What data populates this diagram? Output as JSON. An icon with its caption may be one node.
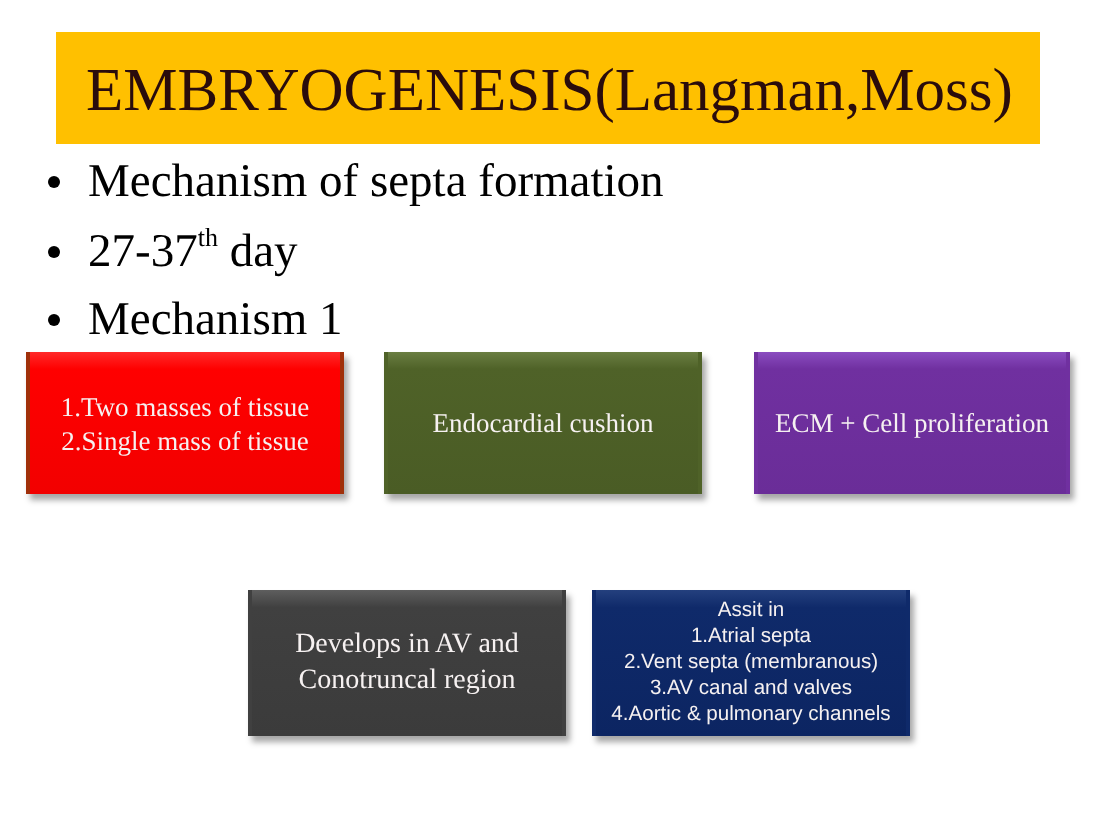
{
  "diagram": {
    "title": "EMBRYOGENESIS(Langman,Moss)",
    "nodes": [
      {
        "text": [
          "1.Two masses of tissue",
          "2.Single mass of tissue"
        ]
      },
      {
        "text": [
          "Endocardial cushion"
        ]
      },
      {
        "text": [
          "ECM + Cell proliferation"
        ]
      },
      {
        "text": [
          "Develops in AV and Conotruncal region"
        ]
      },
      {
        "text": [
          "Assit in",
          "1.Atrial septa",
          "2.Vent septa (membranous)",
          "3.AV canal and valves",
          "4.Aortic & pulmonary channels"
        ]
      }
    ],
    "labels": [
      "Mechanism of septa formation",
      "27-37$^{th}$ day",
      "Mechanism 1"
    ]
  }
}
